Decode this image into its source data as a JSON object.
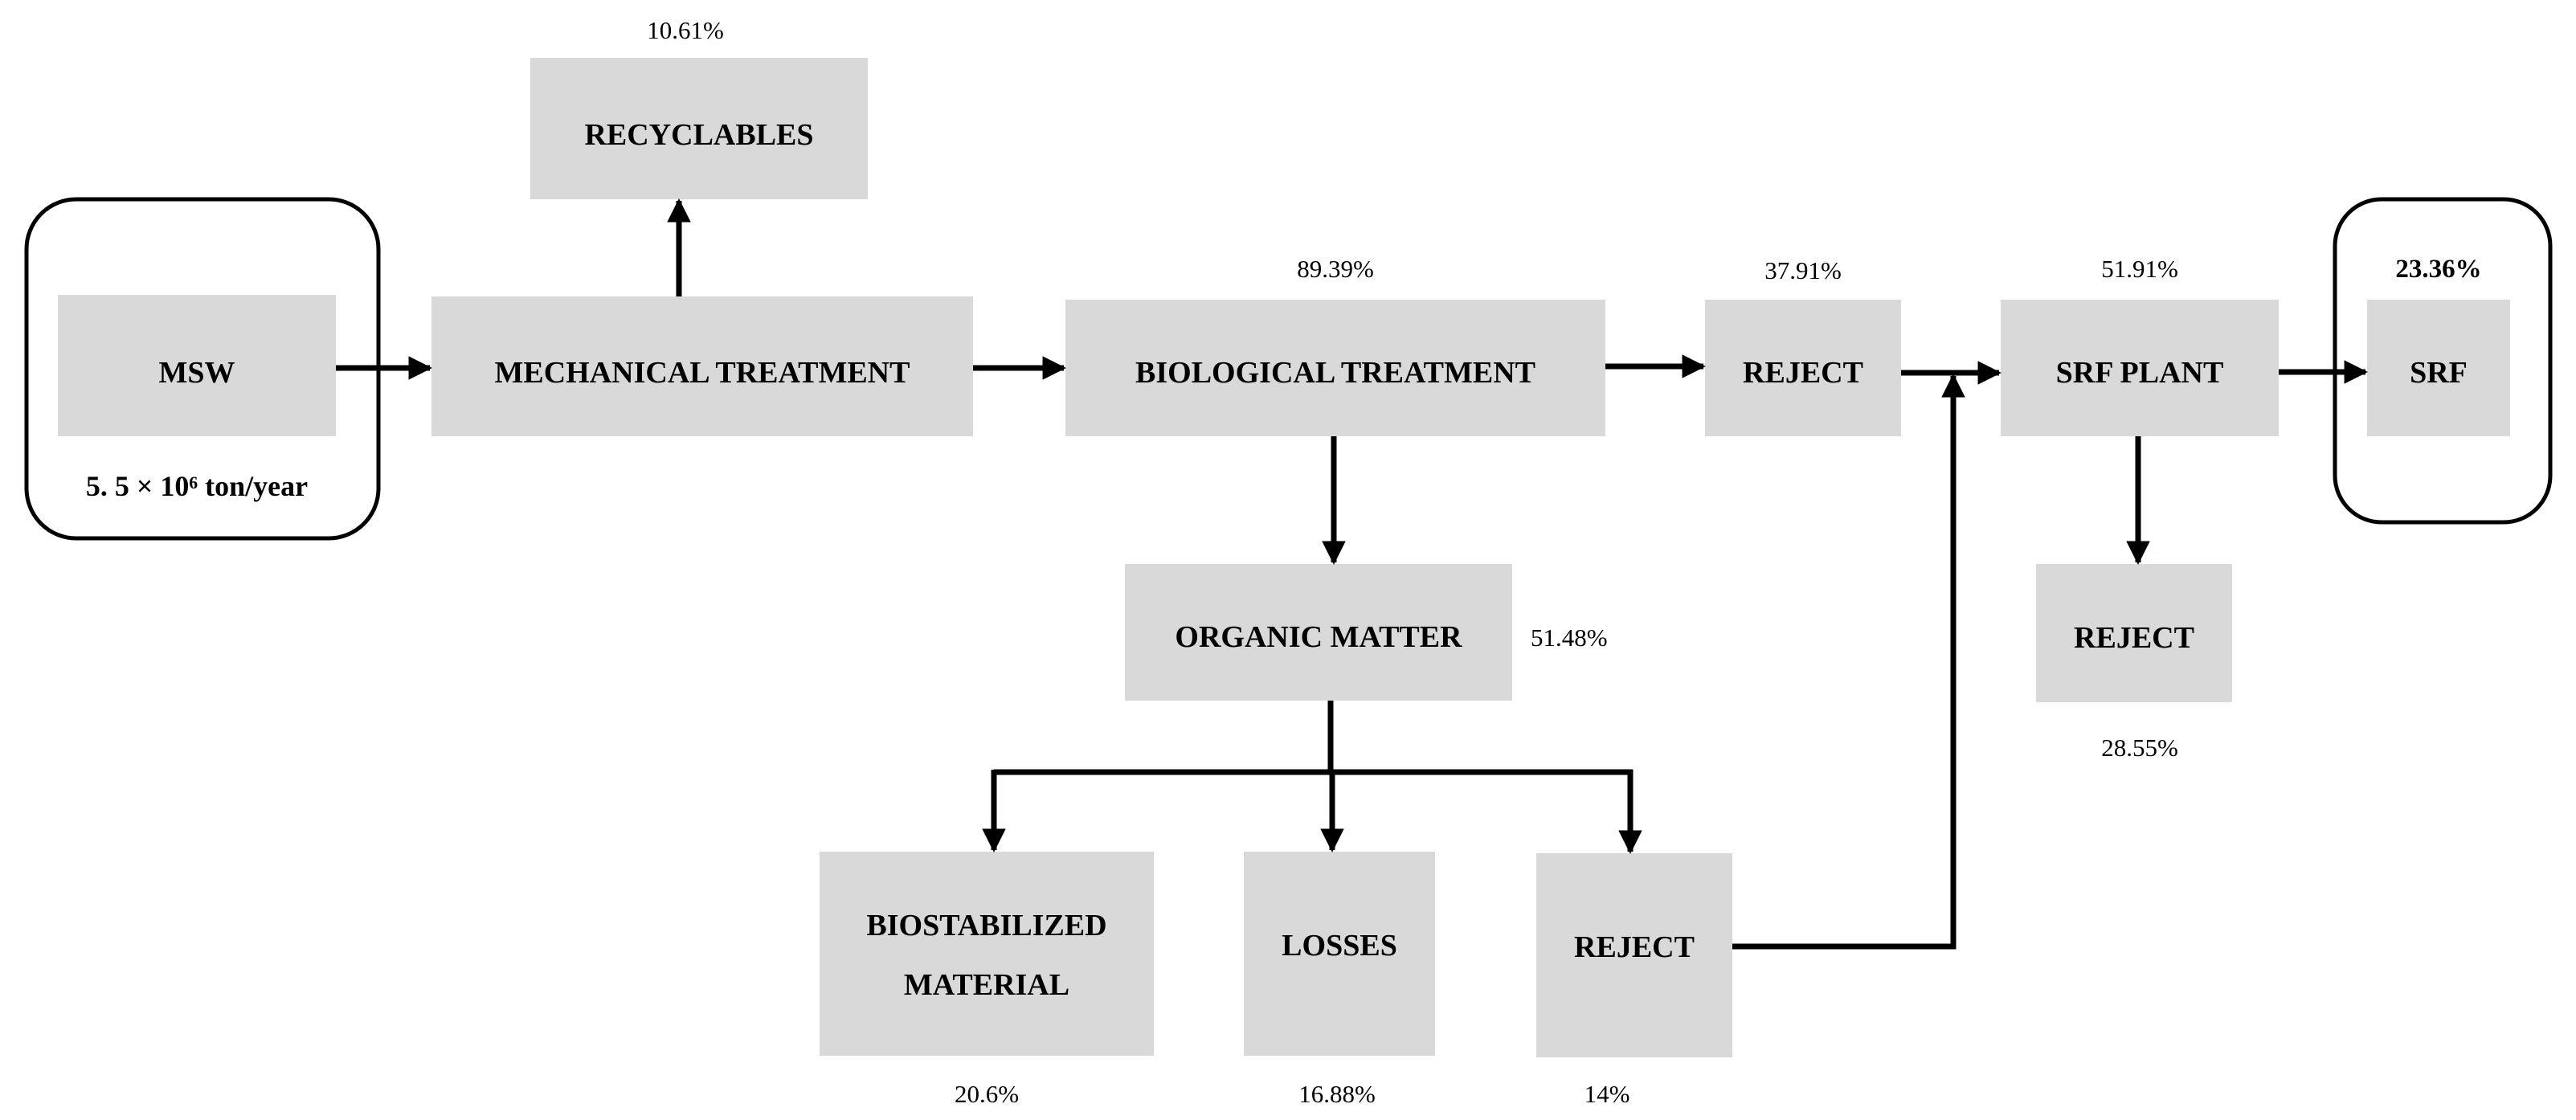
{
  "nodes": {
    "msw": {
      "label": "MSW",
      "quantity": "5. 5 × 10⁶ ton/year"
    },
    "recyclables": {
      "label": "RECYCLABLES",
      "share": "10.61%"
    },
    "mechanical": {
      "label": "MECHANICAL TREATMENT"
    },
    "biological": {
      "label": "BIOLOGICAL TREATMENT",
      "share": "89.39%"
    },
    "reject_bio": {
      "label": "REJECT",
      "share": "37.91%"
    },
    "srf_plant": {
      "label": "SRF PLANT",
      "share": "51.91%"
    },
    "srf": {
      "label": "SRF",
      "share": "23.36%"
    },
    "organic": {
      "label": "ORGANIC MATTER",
      "share": "51.48%"
    },
    "reject_srf": {
      "label": "REJECT",
      "share": "28.55%"
    },
    "biostabilized": {
      "label_line1": "BIOSTABILIZED",
      "label_line2": "MATERIAL",
      "share": "20.6%"
    },
    "losses": {
      "label": "LOSSES",
      "share": "16.88%"
    },
    "reject_org": {
      "label": "REJECT",
      "share": "14%"
    }
  }
}
